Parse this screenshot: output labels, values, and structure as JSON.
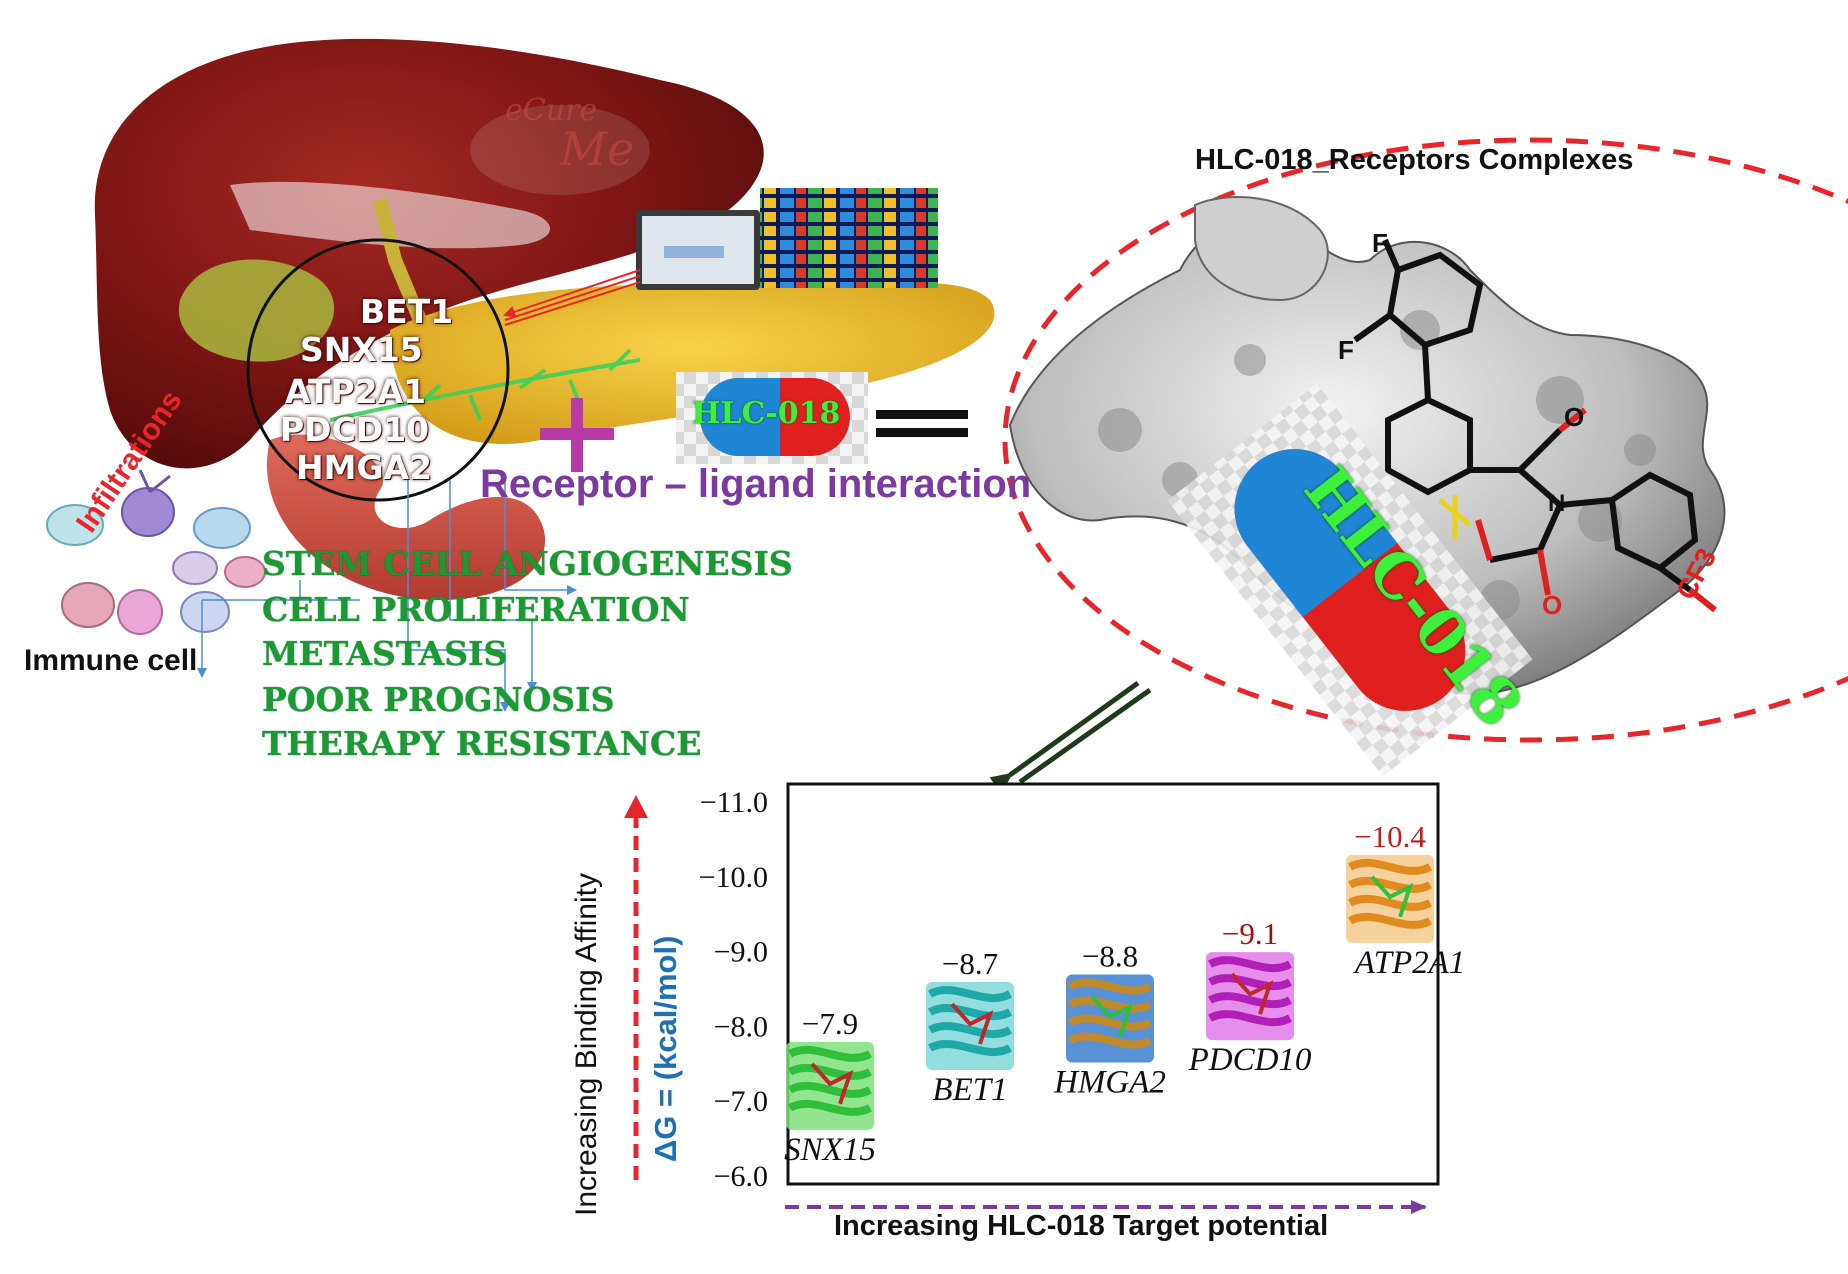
{
  "genes": [
    "BET1",
    "SNX15",
    "ATP2A1",
    "PDCD10",
    "HMGA2"
  ],
  "infiltrations_label": "Infiltrations",
  "immune_cell_label": "Immune cell",
  "effects": [
    "STEM CELL ANGIOGENESIS",
    "CELL PROLIFERATION",
    "METASTASIS",
    "POOR PROGNOSIS",
    "THERAPY RESISTANCE"
  ],
  "ligand_pill_label": "HLC-018",
  "interaction_label": "Receptor – ligand interaction",
  "complex_title": "HLC-018_Receptors Complexes",
  "complex_pill_label": "HLC-018",
  "molecule": {
    "f_top": "F",
    "f_left": "F",
    "o_top": "O",
    "o_bottom": "O",
    "n": "N",
    "cf3": "CF3"
  },
  "colors": {
    "liver": "#7a1414",
    "effect_green": "#1a9a33",
    "interaction_purple": "#7b3aa0",
    "dashed_red": "#e8252b",
    "axis_blue": "#1f6fb5"
  },
  "chart_data": {
    "type": "scatter",
    "title": "",
    "ylabel": "ΔG = (kcal/mol)",
    "ylabel_outer": "Increasing Binding Affinity",
    "xlabel": "Increasing HLC-018 Target potential",
    "ylim": [
      -6.0,
      -11.0
    ],
    "y_ticks": [
      "−11.0",
      "−10.0",
      "−9.0",
      "−8.0",
      "−7.0",
      "−6.0"
    ],
    "points": [
      {
        "name": "SNX15",
        "value": -7.9,
        "label": "−7.9",
        "label_color": "#111111"
      },
      {
        "name": "BET1",
        "value": -8.7,
        "label": "−8.7",
        "label_color": "#111111"
      },
      {
        "name": "HMGA2",
        "value": -8.8,
        "label": "−8.8",
        "label_color": "#111111"
      },
      {
        "name": "PDCD10",
        "value": -9.1,
        "label": "−9.1",
        "label_color": "#a50f0f"
      },
      {
        "name": "ATP2A1",
        "value": -10.4,
        "label": "−10.4",
        "label_color": "#c41a1a"
      }
    ]
  }
}
